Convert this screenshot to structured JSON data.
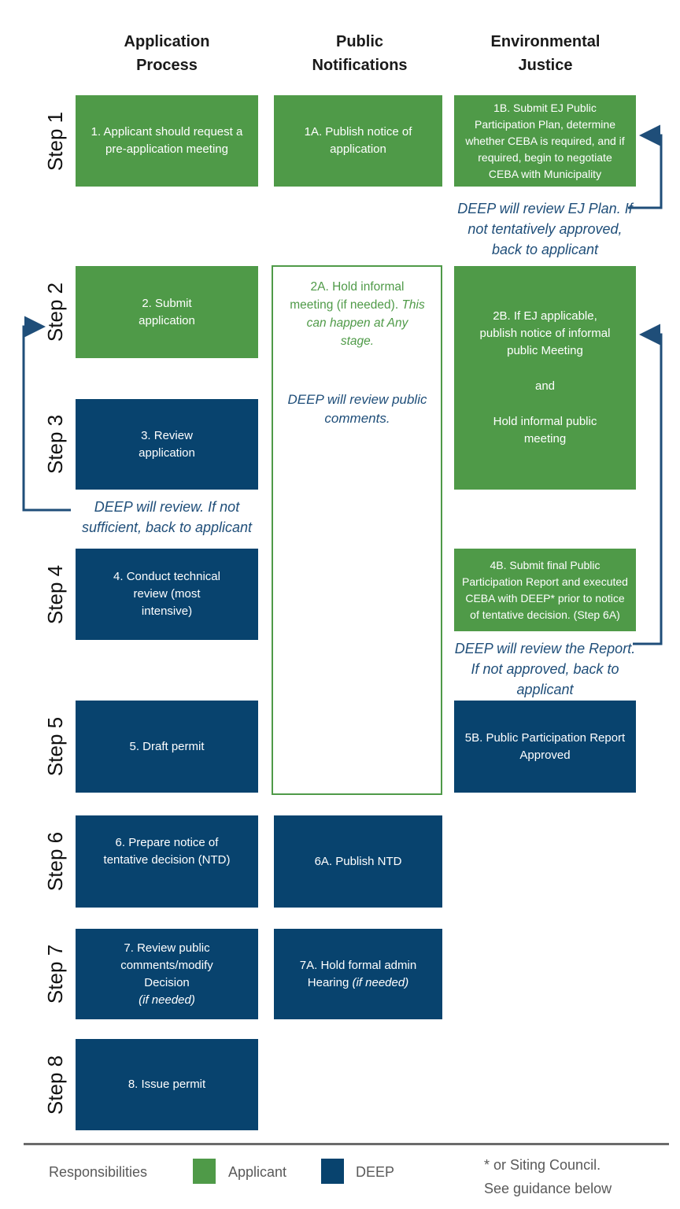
{
  "columns": {
    "application_process": "Application Process",
    "public_notifications": "Public Notifications",
    "environmental_justice": "Environmental Justice"
  },
  "steps": {
    "s1": "Step 1",
    "s2": "Step 2",
    "s3": "Step 3",
    "s4": "Step 4",
    "s5": "Step 5",
    "s6": "Step 6",
    "s7": "Step 7",
    "s8": "Step 8"
  },
  "boxes": {
    "b1": {
      "text": "1. Applicant should request a pre-application meeting",
      "owner": "applicant"
    },
    "b1a": {
      "text": "1A. Publish notice of application",
      "owner": "applicant"
    },
    "b1b": {
      "text": "1B. Submit EJ Public Participation Plan, determine whether CEBA is required, and if required, begin to negotiate CEBA with Municipality",
      "owner": "applicant"
    },
    "b2": {
      "text": "2. Submit application",
      "owner": "applicant"
    },
    "b2a": {
      "text": "2A. Hold informal meeting (if needed).",
      "italic": "This can happen at Any stage.",
      "note": "DEEP will review public comments.",
      "owner": "applicant"
    },
    "b2b": {
      "para1": "2B. If EJ applicable, publish notice of informal public Meeting",
      "para2": "and",
      "para3": "Hold informal public meeting",
      "owner": "applicant"
    },
    "b3": {
      "text": "3. Review application",
      "owner": "deep"
    },
    "b4": {
      "text": "4. Conduct technical review (most intensive)",
      "owner": "deep"
    },
    "b4b": {
      "text": "4B. Submit final Public Participation Report and executed CEBA with DEEP* prior to notice of tentative decision. (Step 6A)",
      "owner": "applicant"
    },
    "b5": {
      "text": "5. Draft permit",
      "owner": "deep"
    },
    "b5b": {
      "text": "5B. Public Participation Report Approved",
      "owner": "deep"
    },
    "b6": {
      "text": "6. Prepare notice of tentative decision (NTD)",
      "owner": "deep"
    },
    "b6a": {
      "text": "6A. Publish NTD",
      "owner": "deep"
    },
    "b7": {
      "text": "7. Review public comments/modify Decision",
      "italic": "(if needed)",
      "owner": "deep"
    },
    "b7a": {
      "text": "7A. Hold formal admin Hearing",
      "italic": "(if needed)",
      "owner": "deep"
    },
    "b8": {
      "text": "8. Issue permit",
      "owner": "deep"
    }
  },
  "annotations": {
    "a1": "DEEP will review EJ Plan. If not tentatively approved, back to applicant",
    "a3": "DEEP will review. If not sufficient, back to applicant",
    "a4": "DEEP will review the Report. If not approved, back to applicant"
  },
  "legend": {
    "title": "Responsibilities",
    "applicant_label": "Applicant",
    "deep_label": "DEEP",
    "footnote": "* or Siting Council. See guidance below"
  },
  "colors": {
    "applicant_green": "#4f9a48",
    "deep_blue": "#08436e",
    "annotation_blue": "#1f4e79",
    "legend_gray": "#595959",
    "divider_gray": "#6b6b6b"
  }
}
